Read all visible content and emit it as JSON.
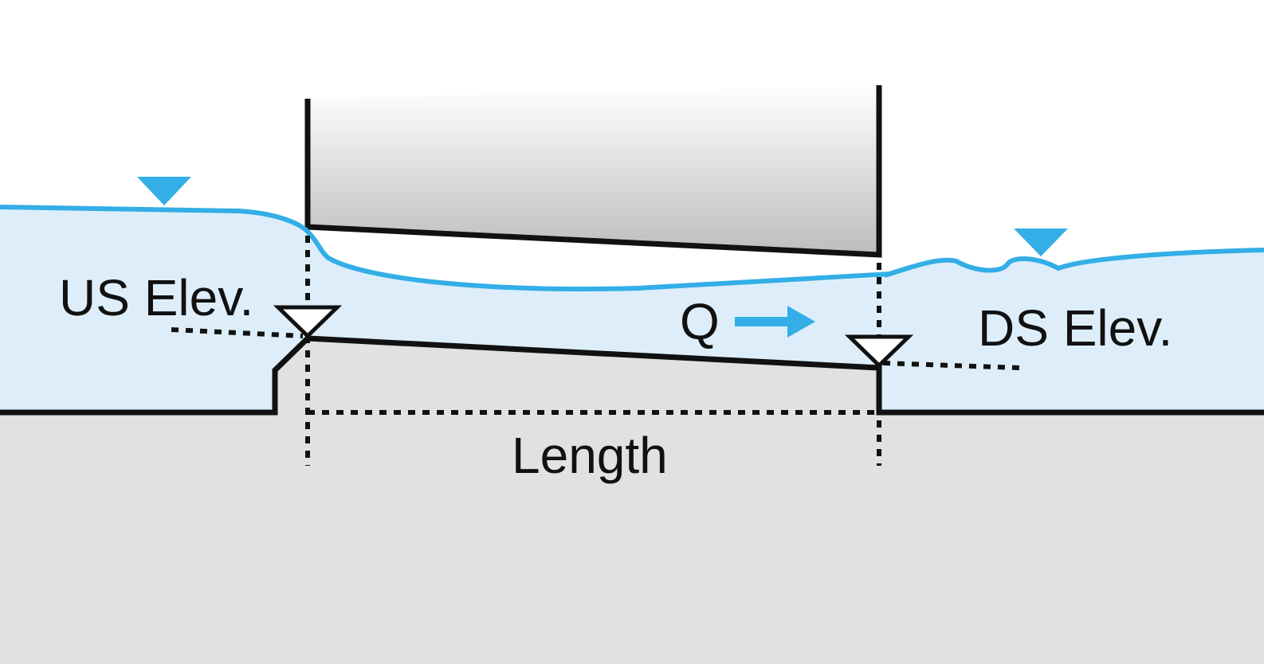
{
  "labels": {
    "us_elev": "US Elev.",
    "ds_elev": "DS Elev.",
    "flow": "Q",
    "length": "Length"
  },
  "colors": {
    "water_fill": "#ddeefa",
    "water_line": "#33aee6",
    "ground": "#e0e1e1",
    "outline": "#111111",
    "roof_top": "#ffffff",
    "roof_bottom": "#bcbdbf"
  },
  "icons": {
    "water_surface_marker": "inverted-triangle-filled",
    "invert_marker": "inverted-triangle-outline",
    "flow_arrow": "arrow-right"
  }
}
